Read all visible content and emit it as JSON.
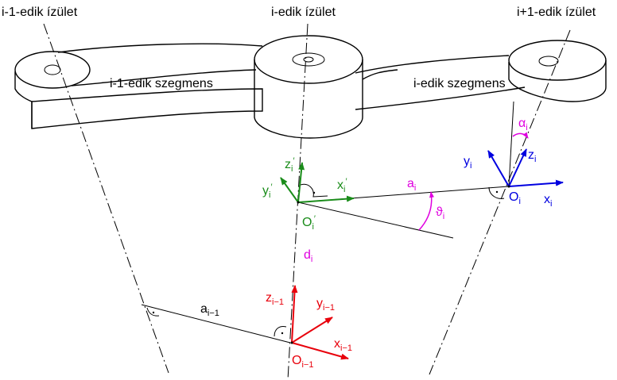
{
  "joints": {
    "prev": "i-1-edik ízület",
    "cur": "i-edik ízület",
    "next": "i+1-edik ízület"
  },
  "segments": {
    "prev": "i-1-edik szegmens",
    "cur": "i-edik szegmens"
  },
  "frame_prev": {
    "z": "z",
    "z_sub": "i−1",
    "y": "y",
    "y_sub": "i−1",
    "x": "x",
    "x_sub": "i−1",
    "O": "O",
    "O_sub": "i−1",
    "color": "#e8000b"
  },
  "frame_mid": {
    "z": "z",
    "z_sub": "i",
    "z_prime": "′",
    "y": "y",
    "y_sub": "i",
    "y_prime": "′",
    "x": "x",
    "x_sub": "i",
    "x_prime": "′",
    "O": "O",
    "O_sub": "i",
    "O_prime": "′",
    "color": "#1a8c1a"
  },
  "frame_cur": {
    "z": "z",
    "z_sub": "i",
    "y": "y",
    "y_sub": "i",
    "x": "x",
    "x_sub": "i",
    "O": "O",
    "O_sub": "i",
    "color": "#0000e0"
  },
  "params": {
    "a_prev": "a",
    "a_prev_sub": "i−1",
    "a": "a",
    "a_sub": "i",
    "d": "d",
    "d_sub": "i",
    "theta": "ϑ",
    "theta_sub": "i",
    "alpha": "α",
    "alpha_sub": "i",
    "magenta": "#e000e0"
  }
}
